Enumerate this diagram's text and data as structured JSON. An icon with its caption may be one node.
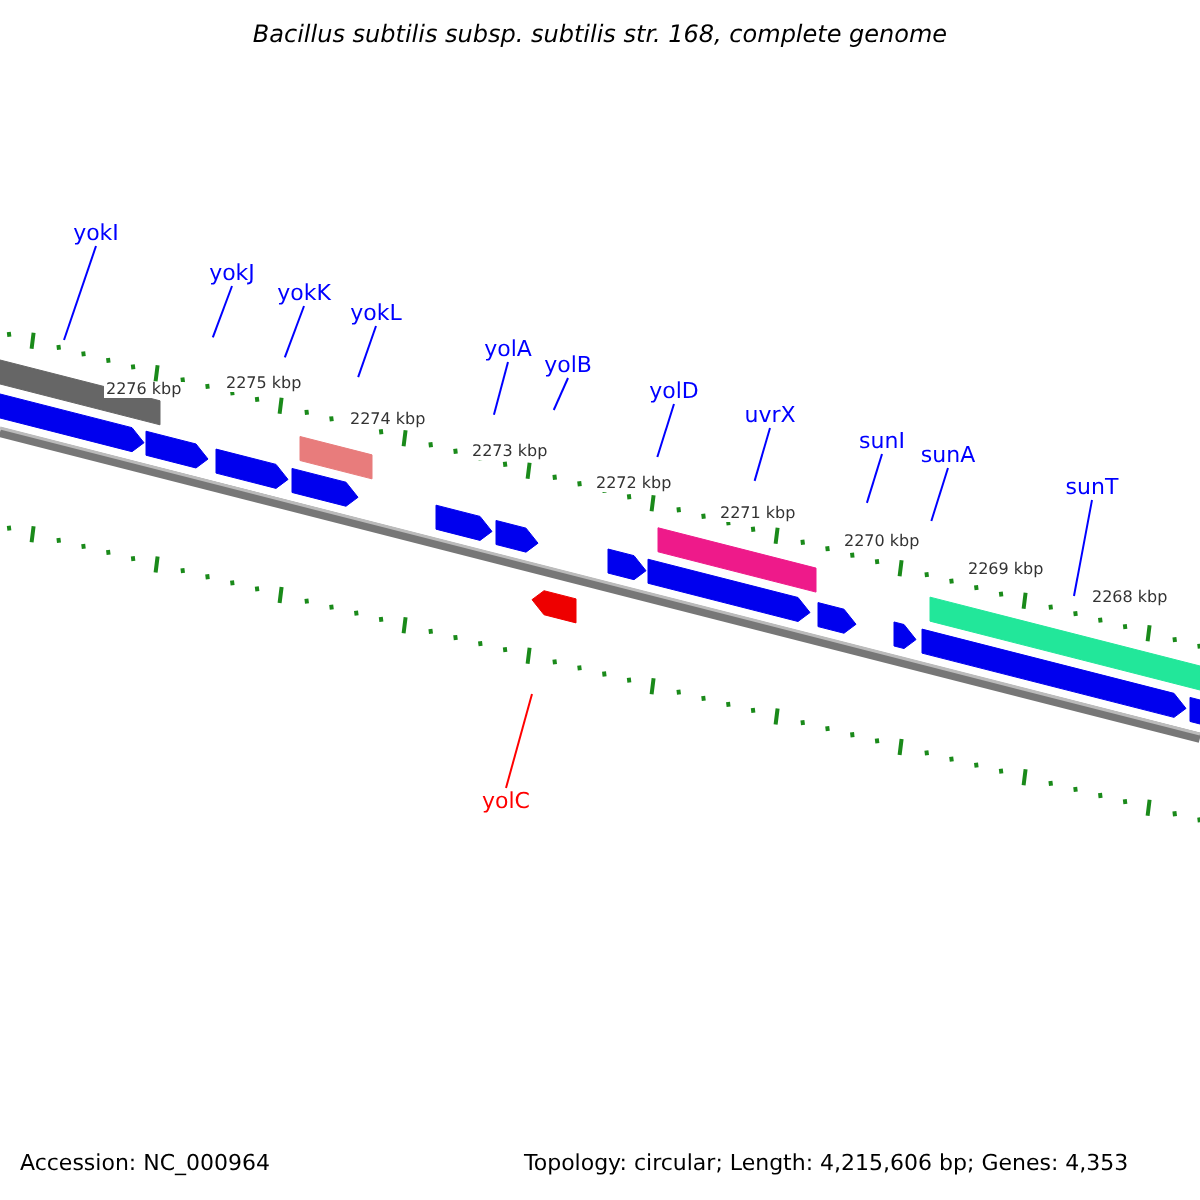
{
  "diagram": {
    "title": "Bacillus subtilis subsp. subtilis str. 168, complete genome",
    "nodes": [
      {
        "text": [
          "yokI"
        ]
      },
      {
        "text": [
          "yokJ"
        ]
      },
      {
        "text": [
          "yokK"
        ]
      },
      {
        "text": [
          "yokL"
        ]
      },
      {
        "text": [
          "yolA"
        ]
      },
      {
        "text": [
          "yolB"
        ]
      },
      {
        "text": [
          "yolD"
        ]
      },
      {
        "text": [
          "uvrX"
        ]
      },
      {
        "text": [
          "sunI"
        ]
      },
      {
        "text": [
          "sunA"
        ]
      },
      {
        "text": [
          "sunT"
        ]
      },
      {
        "text": [
          "yolC"
        ]
      }
    ],
    "edges": [
      {
        "from": 0,
        "to": null,
        "arrow": "none"
      },
      {
        "from": 1,
        "to": null,
        "arrow": "none"
      },
      {
        "from": 2,
        "to": null,
        "arrow": "none"
      },
      {
        "from": 3,
        "to": null,
        "arrow": "none"
      },
      {
        "from": 4,
        "to": null,
        "arrow": "none"
      },
      {
        "from": 5,
        "to": null,
        "arrow": "none"
      },
      {
        "from": 6,
        "to": null,
        "arrow": "none"
      },
      {
        "from": 7,
        "to": null,
        "arrow": "none"
      },
      {
        "from": 8,
        "to": null,
        "arrow": "none"
      },
      {
        "from": 9,
        "to": null,
        "arrow": "none"
      },
      {
        "from": 10,
        "to": null,
        "arrow": "none"
      },
      {
        "from": 11,
        "to": null,
        "arrow": "none",
        "color": "#ff0000"
      }
    ],
    "labels": [
      "2276 kbp",
      "2275 kbp",
      "2274 kbp",
      "2273 kbp",
      "2272 kbp",
      "2271 kbp",
      "2270 kbp",
      "2269 kbp",
      "2268 kbp",
      "Accession: NC_000964",
      "Topology: circular; Length: 4,215,606 bp; Genes: 4,353"
    ]
  }
}
